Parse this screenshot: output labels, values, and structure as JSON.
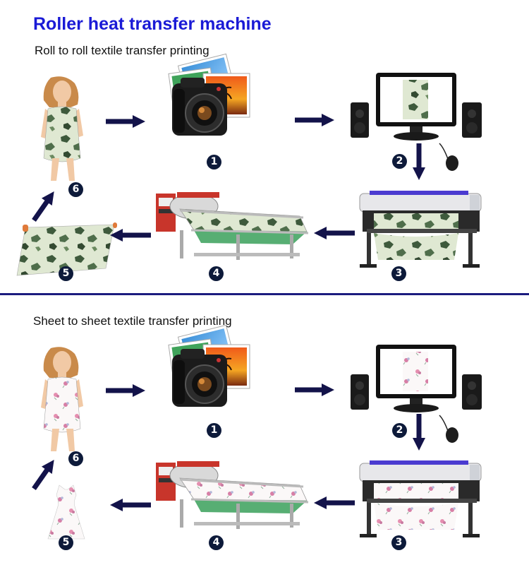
{
  "title": "Roller heat transfer machine",
  "sections": [
    {
      "subtitle": "Roll to roll textile transfer printing",
      "steps": [
        "1",
        "2",
        "3",
        "4",
        "5",
        "6"
      ],
      "fabric": "camo"
    },
    {
      "subtitle": "Sheet to sheet textile transfer printing",
      "steps": [
        "1",
        "2",
        "3",
        "4",
        "5",
        "6"
      ],
      "fabric": "floral"
    }
  ],
  "colors": {
    "title": "#1a1ad6",
    "arrow": "#13134a",
    "divider": "#1b1b7e",
    "camo_base": "#dfe8d2",
    "camo_dark": "#3e5a3c",
    "floral_base": "#fbf8f8",
    "floral_pink": "#e58fb0",
    "machine_red": "#c8352b"
  }
}
